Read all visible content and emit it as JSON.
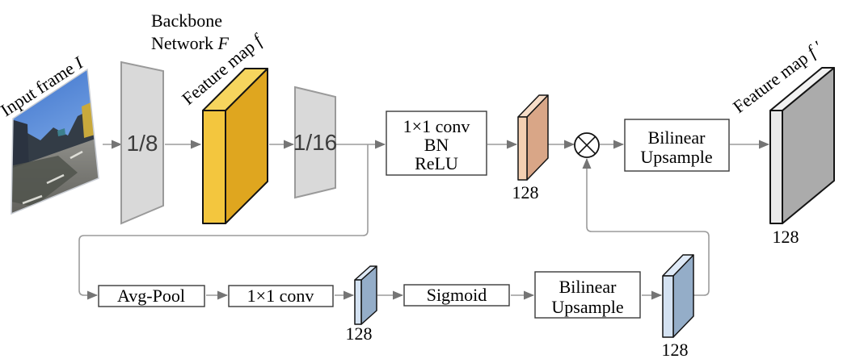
{
  "backbone_title": {
    "line1": "Backbone",
    "line2": "Network ",
    "line2_var": "F"
  },
  "input_label": {
    "text": "Input frame ",
    "var": "I"
  },
  "stages": {
    "s8": "1/8",
    "s16": "1/16"
  },
  "feature_map_label": {
    "text": "Feature map ",
    "var": "f"
  },
  "output_label": {
    "text": "Feature map ",
    "var": "f ′",
    "channels": "128"
  },
  "conv_block": {
    "line1": "1×1 conv",
    "line2": "BN",
    "line3": "ReLU",
    "out_channels": "128"
  },
  "upsample_top": {
    "line1": "Bilinear",
    "line2": "Upsample"
  },
  "bottom": {
    "avg_pool": "Avg-Pool",
    "conv": "1×1 conv",
    "conv_out_channels": "128",
    "sigmoid": "Sigmoid",
    "upsample_line1": "Bilinear",
    "upsample_line2": "Upsample",
    "out_channels": "128"
  },
  "colors": {
    "connector": "#9c9c9c",
    "arrowhead": "#757575",
    "stage_fill": "#d9d9d9",
    "slab_yellow_front": "#f3c63e",
    "slab_yellow_top": "#f6d55e",
    "slab_yellow_side": "#dfa61f",
    "slab_orange_front": "#f4d0b2",
    "slab_orange_top": "#f7ddc8",
    "slab_orange_side": "#d9a687",
    "slab_blue_front": "#d4e2f2",
    "slab_blue_top": "#dfeaf7",
    "slab_blue_side": "#94adc8",
    "slab_gray_front": "#eaeaea",
    "slab_gray_top": "#f2f2f2",
    "slab_gray_side": "#ababab"
  }
}
